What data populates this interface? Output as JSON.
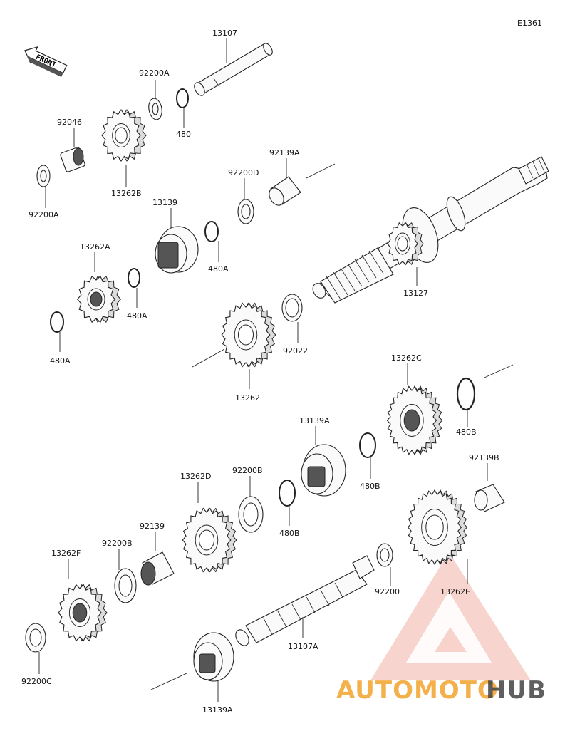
{
  "diagram_code": "E1361",
  "front_label": "FRONT",
  "watermark": {
    "part1": "AUTOMOTO",
    "part2": "HUB",
    "color_main": "#f0b4a9",
    "color_accent": "#f2a32c",
    "color_dark": "#444444"
  },
  "parts": [
    {
      "id": "p13107",
      "label": "13107"
    },
    {
      "id": "p92200A_top",
      "label": "92200A"
    },
    {
      "id": "p480_top",
      "label": "480"
    },
    {
      "id": "p92046",
      "label": "92046"
    },
    {
      "id": "p13262B",
      "label": "13262B"
    },
    {
      "id": "p92200A_left",
      "label": "92200A"
    },
    {
      "id": "p92139A",
      "label": "92139A"
    },
    {
      "id": "p92200D",
      "label": "92200D"
    },
    {
      "id": "p13139",
      "label": "13139"
    },
    {
      "id": "p480A_1",
      "label": "480A"
    },
    {
      "id": "p13262A",
      "label": "13262A"
    },
    {
      "id": "p480A_2",
      "label": "480A"
    },
    {
      "id": "p480A_3",
      "label": "480A"
    },
    {
      "id": "p13127",
      "label": "13127"
    },
    {
      "id": "p92022",
      "label": "92022"
    },
    {
      "id": "p13262",
      "label": "13262"
    },
    {
      "id": "p13262C",
      "label": "13262C"
    },
    {
      "id": "p480B_1",
      "label": "480B"
    },
    {
      "id": "p13139A",
      "label": "13139A"
    },
    {
      "id": "p480B_2",
      "label": "480B"
    },
    {
      "id": "p92139B",
      "label": "92139B"
    },
    {
      "id": "p13262D",
      "label": "13262D"
    },
    {
      "id": "p92200B_1",
      "label": "92200B"
    },
    {
      "id": "p480B_3",
      "label": "480B"
    },
    {
      "id": "p92139",
      "label": "92139"
    },
    {
      "id": "p13262F",
      "label": "13262F"
    },
    {
      "id": "p92200B_2",
      "label": "92200B"
    },
    {
      "id": "p92200",
      "label": "92200"
    },
    {
      "id": "p13262E",
      "label": "13262E"
    },
    {
      "id": "p13107A",
      "label": "13107A"
    },
    {
      "id": "p92200C",
      "label": "92200C"
    },
    {
      "id": "p13139A_bottom",
      "label": "13139A"
    }
  ]
}
